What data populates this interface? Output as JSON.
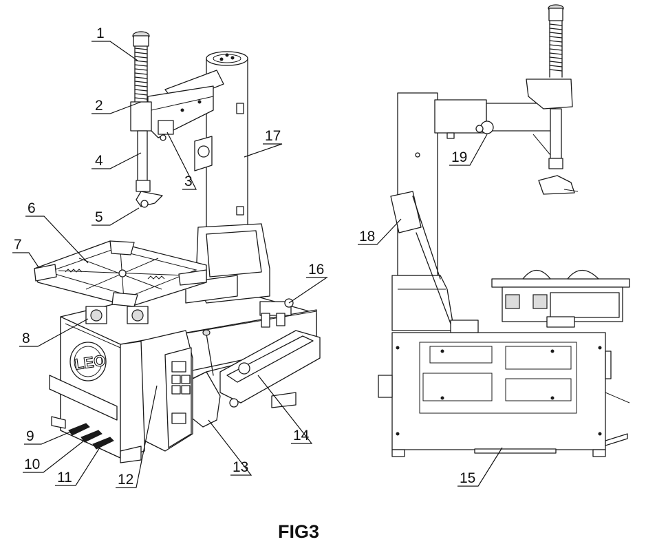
{
  "figure": {
    "caption": "FIG3",
    "brand_mark": "LEO"
  },
  "callouts": [
    {
      "label": "1"
    },
    {
      "label": "2"
    },
    {
      "label": "3"
    },
    {
      "label": "4"
    },
    {
      "label": "5"
    },
    {
      "label": "6"
    },
    {
      "label": "7"
    },
    {
      "label": "8"
    },
    {
      "label": "9"
    },
    {
      "label": "10"
    },
    {
      "label": "11"
    },
    {
      "label": "12"
    },
    {
      "label": "13"
    },
    {
      "label": "14"
    },
    {
      "label": "15"
    },
    {
      "label": "16"
    },
    {
      "label": "17"
    },
    {
      "label": "18"
    },
    {
      "label": "19"
    }
  ]
}
